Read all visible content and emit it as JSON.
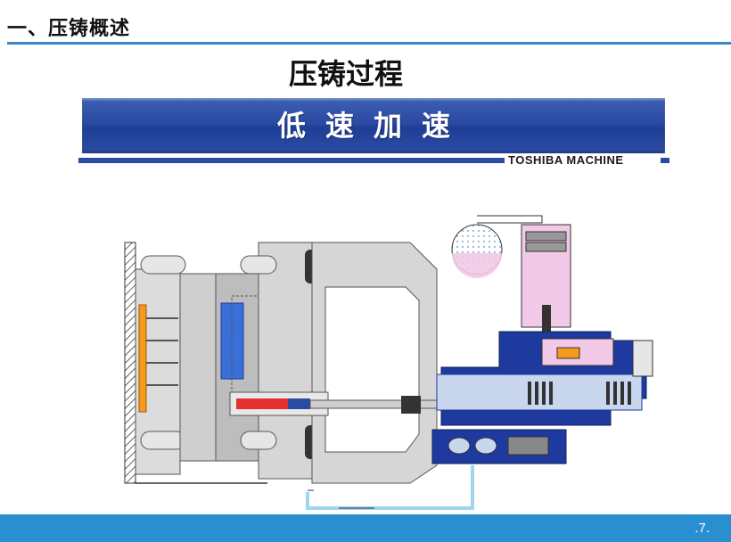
{
  "header": {
    "section_title": "一、压铸概述"
  },
  "slide": {
    "title": "压铸过程",
    "banner_text": "低速加速",
    "brand": "TOSHIBA MACHINE"
  },
  "footer": {
    "page_number": ".7."
  },
  "colors": {
    "accent_blue": "#3b86c8",
    "banner_blue": "#2a4aa3",
    "machine_gray": "#d6d6d6",
    "cylinder_navy": "#1f3a9e",
    "orange": "#f59a1e",
    "pink": "#f2c9e6",
    "metal_red": "#e53030"
  },
  "icons": [
    "die-casting-machine-diagram"
  ]
}
